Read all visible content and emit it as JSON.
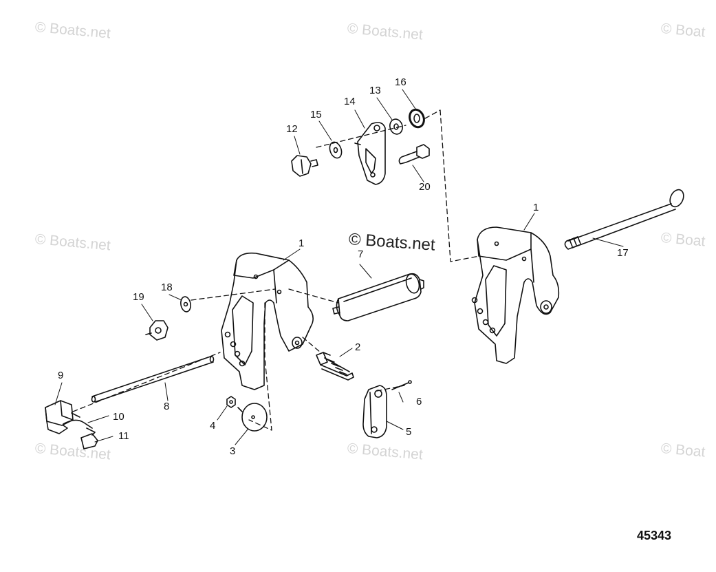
{
  "watermark": {
    "text": "© Boats.net",
    "text_partial": "© Boat"
  },
  "callouts": {
    "p1_left": "1",
    "p1_right": "1",
    "p2": "2",
    "p3": "3",
    "p4": "4",
    "p5": "5",
    "p6": "6",
    "p7": "7",
    "p8": "8",
    "p9": "9",
    "p10": "10",
    "p11": "11",
    "p12": "12",
    "p13": "13",
    "p14": "14",
    "p15": "15",
    "p16": "16",
    "p17": "17",
    "p18": "18",
    "p19": "19",
    "p20": "20"
  },
  "drawing_number": "45343",
  "colors": {
    "line": "#111111",
    "watermark": "#d4d4d4"
  }
}
